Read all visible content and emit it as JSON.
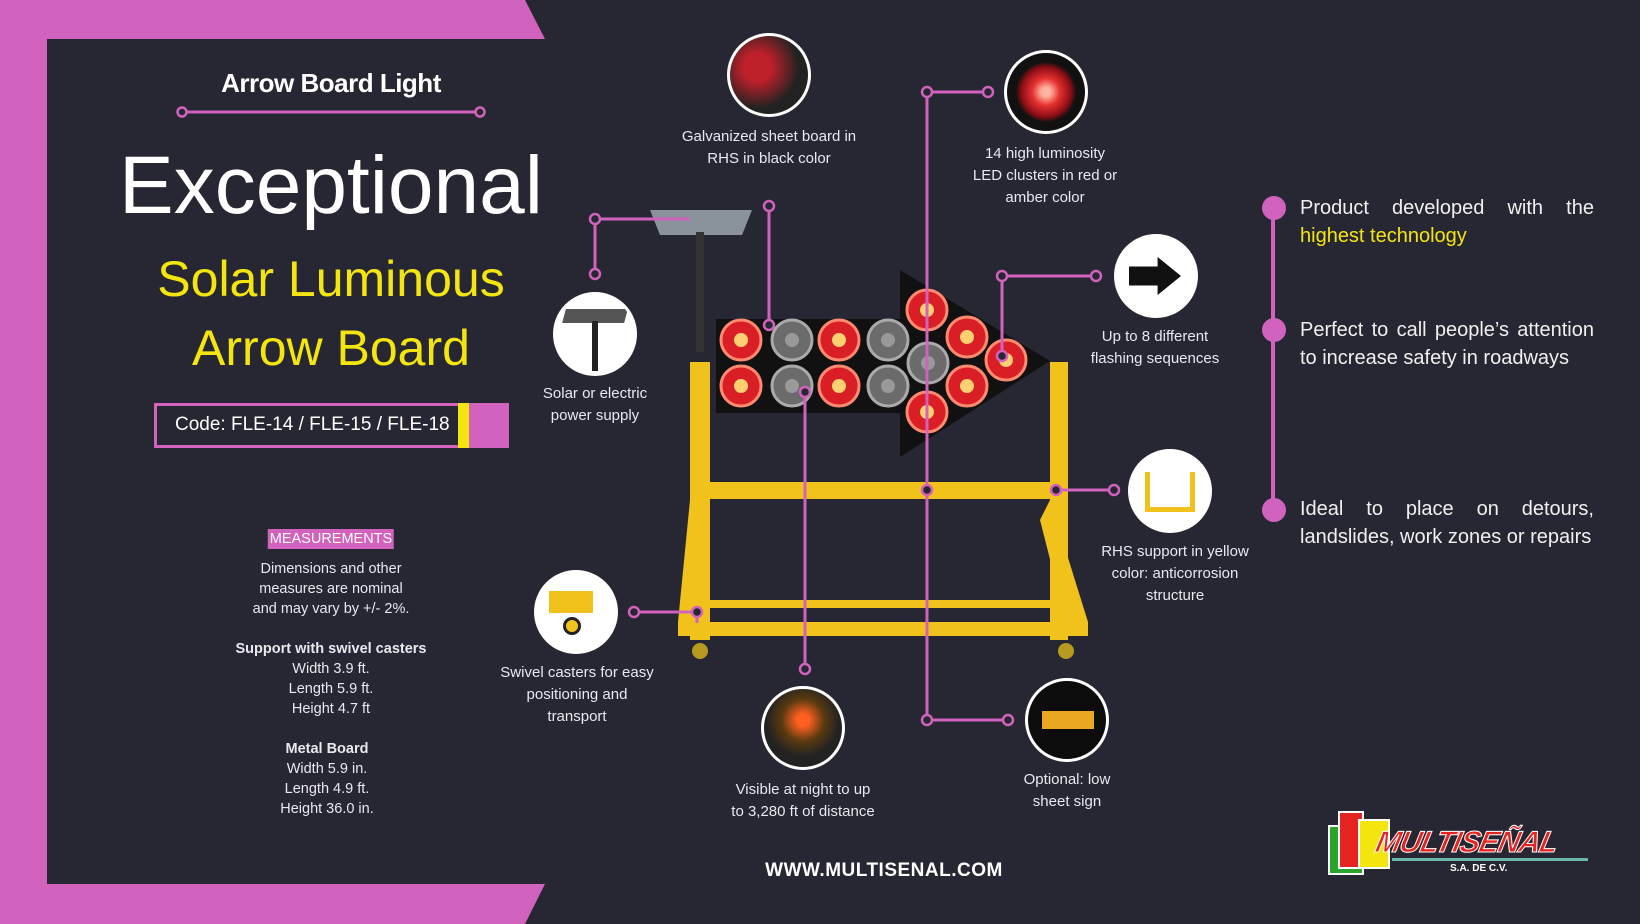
{
  "header": {
    "subtitle": "Arrow Board Light"
  },
  "hero": {
    "line1": "Exceptional",
    "line2": "Solar Luminous",
    "line3": "Arrow Board"
  },
  "code": "Code: FLE-14 / FLE-15 / FLE-18",
  "measurements": {
    "label": "MEASUREMENTS",
    "note": [
      "Dimensions and other",
      "measures are nominal",
      "and may vary by +/- 2%."
    ],
    "support": {
      "title": "Support with swivel casters",
      "lines": [
        "Width 3.9 ft.",
        "Length 5.9 ft.",
        "Height 4.7 ft"
      ]
    },
    "board": {
      "title": "Metal Board",
      "lines": [
        "Width 5.9 in.",
        "Length 4.9 ft.",
        "Height 36.0 in."
      ]
    }
  },
  "callouts": {
    "galvanized": [
      "Galvanized sheet board in",
      "RHS in black color"
    ],
    "led": [
      "14 high luminosity",
      "LED clusters in red or",
      "amber color"
    ],
    "sequences": [
      "Up to 8 different",
      "flashing  sequences"
    ],
    "rhs": [
      "RHS support in yellow",
      "color: anticorrosion",
      "structure"
    ],
    "optional": [
      "Optional: low",
      "sheet sign"
    ],
    "night": [
      "Visible at night to up",
      "to 3,280 ft of distance"
    ],
    "casters": [
      "Swivel casters for easy",
      "positioning and",
      "transport"
    ],
    "solar": [
      "Solar or electric",
      "power supply"
    ]
  },
  "benefits": [
    {
      "text": "Product developed with the ",
      "highlight": "highest technology"
    },
    {
      "text": "Perfect to call people’s attention to increase safety in roadways"
    },
    {
      "text": "Ideal to place on detours, landslides, work zones or repairs"
    }
  ],
  "website": "WWW.MULTISENAL.COM",
  "logo": {
    "name": "MULTISEÑAL",
    "suffix": "S.A. DE C.V."
  },
  "colors": {
    "pink": "#d162bd",
    "yellow": "#f5e50f",
    "bg": "#272733"
  }
}
